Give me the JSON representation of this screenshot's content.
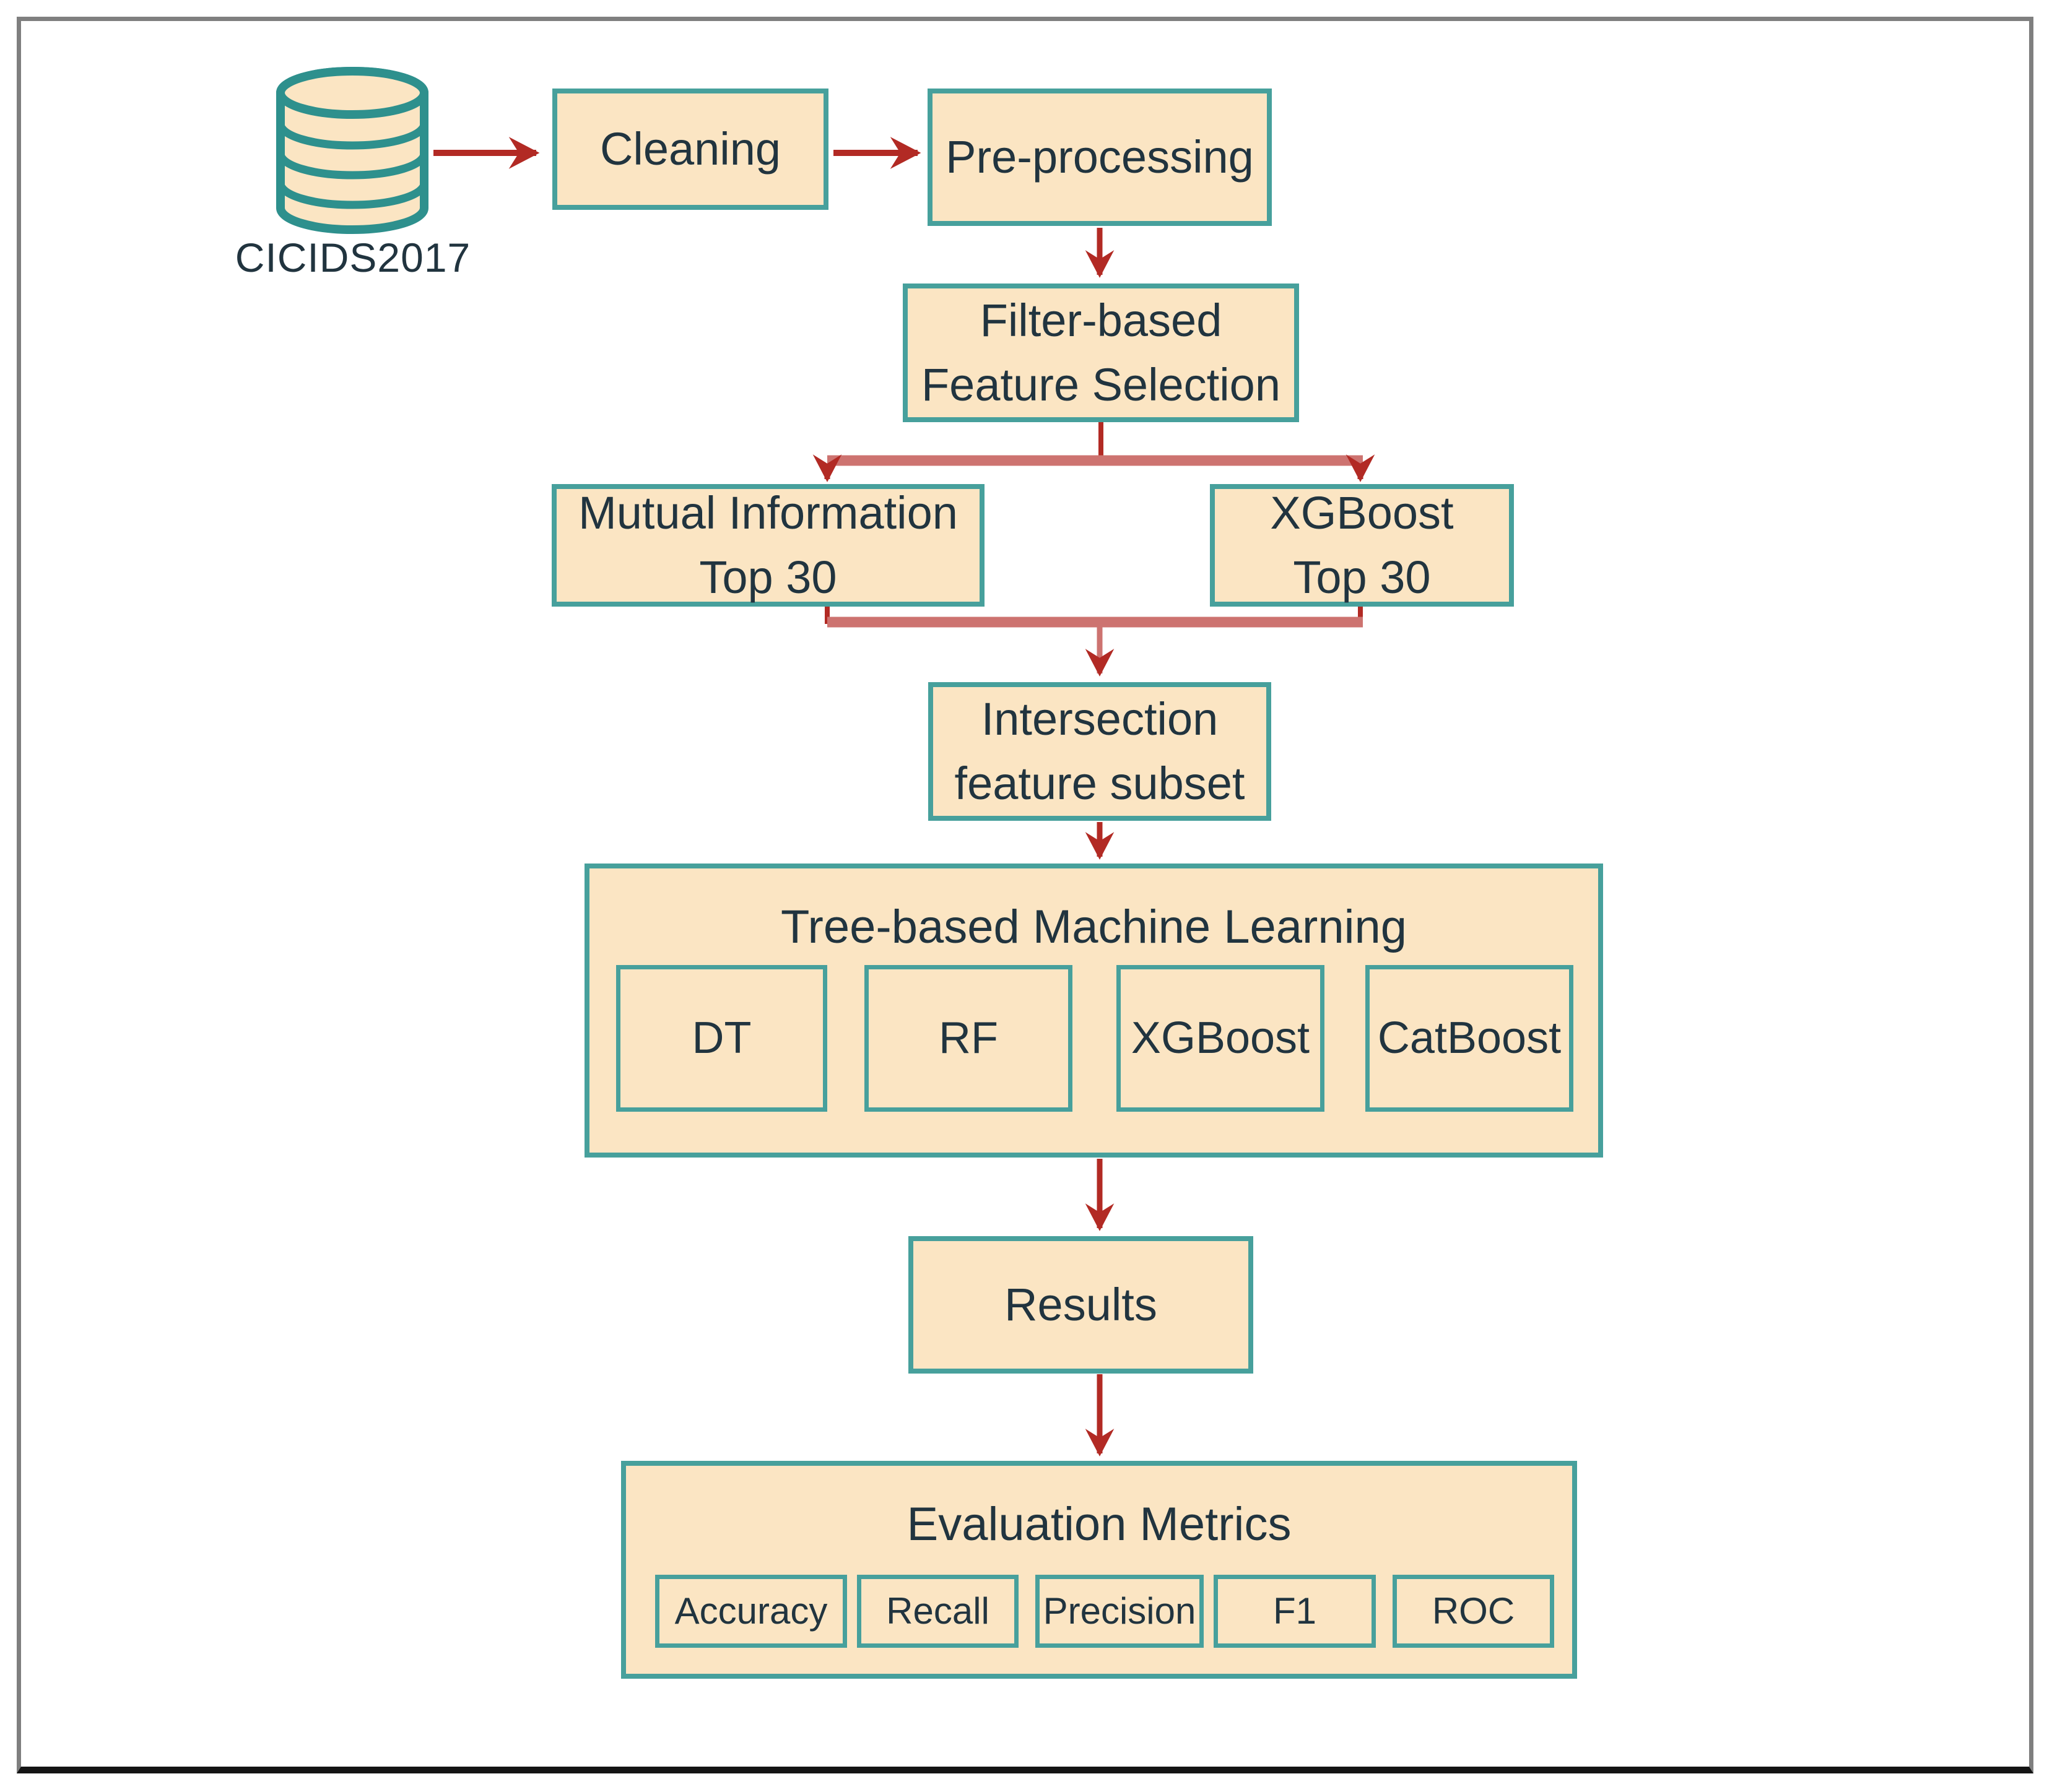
{
  "colors": {
    "box_fill": "#fbe5c3",
    "box_border": "#47a09c",
    "text": "#21343f",
    "arrow": "#b22a24",
    "branch": "#cd7370",
    "frame": "#7f7f7f",
    "frame_bottom": "#141414"
  },
  "dataset": {
    "label": "CICIDS2017",
    "icon": "database-cylinder-icon"
  },
  "pipeline": {
    "cleaning": "Cleaning",
    "preprocessing": "Pre-processing",
    "feature_selection": {
      "line1": "Filter-based",
      "line2": "Feature Selection"
    },
    "mutual_information": {
      "line1": "Mutual Information",
      "line2": "Top 30"
    },
    "xgboost_selection": {
      "line1": "XGBoost",
      "line2": "Top 30"
    },
    "intersection": {
      "line1": "Intersection",
      "line2": "feature subset"
    },
    "tree_ml": {
      "title": "Tree-based Machine Learning",
      "models": [
        "DT",
        "RF",
        "XGBoost",
        "CatBoost"
      ]
    },
    "results": "Results",
    "evaluation": {
      "title": "Evaluation Metrics",
      "metrics": [
        "Accuracy",
        "Recall",
        "Precision",
        "F1",
        "ROC"
      ]
    }
  }
}
